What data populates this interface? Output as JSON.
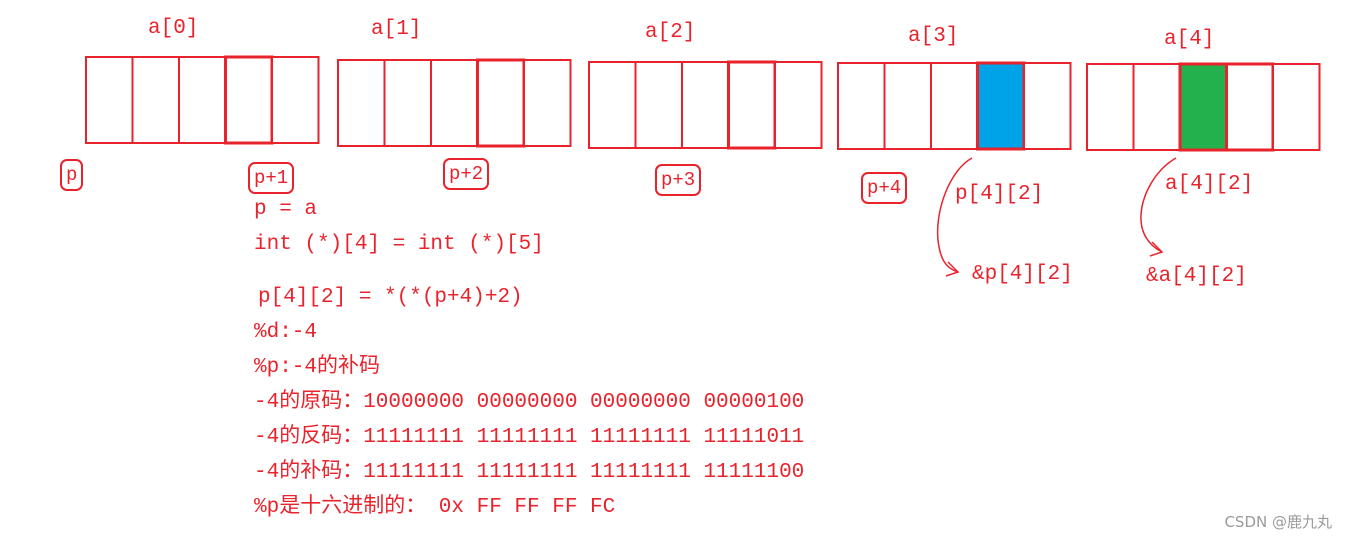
{
  "groups": [
    {
      "label": "a[0]"
    },
    {
      "label": "a[1]"
    },
    {
      "label": "a[2]"
    },
    {
      "label": "a[3]"
    },
    {
      "label": "a[4]"
    }
  ],
  "highlight_cells": [
    {
      "group": 3,
      "cell": 3,
      "color": "#00a2e8"
    },
    {
      "group": 4,
      "cell": 2,
      "color": "#22b14c"
    }
  ],
  "pointers": [
    "p",
    "p+1",
    "p+2",
    "p+3",
    "p+4"
  ],
  "annotations": {
    "p_elem": "p[4][2]",
    "p_addr": "&p[4][2]",
    "a_elem": "a[4][2]",
    "a_addr": "&a[4][2]"
  },
  "notes": [
    "p = a",
    "int (*)[4] = int (*)[5]",
    "p[4][2] = *(*(p+4)+2)",
    "%d:-4",
    "%p:-4的补码",
    "-4的原码：10000000 00000000 00000000 00000100",
    "-4的反码：11111111 11111111 11111111 11111011",
    "-4的补码：11111111 11111111 11111111 11111100",
    "%p是十六进制的： 0x FF FF FF FC"
  ],
  "watermark": "CSDN @鹿九丸",
  "colors": {
    "stroke": "#e8232c",
    "blue": "#00a2e8",
    "green": "#22b14c"
  }
}
